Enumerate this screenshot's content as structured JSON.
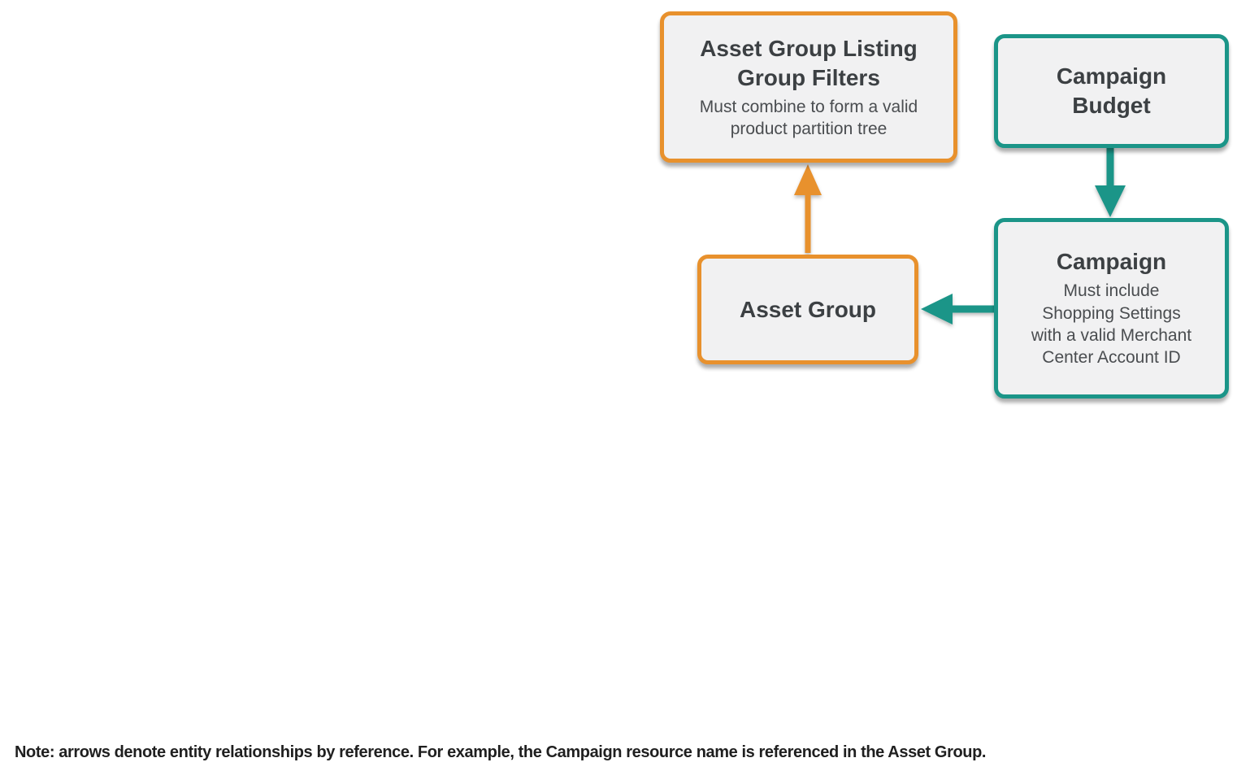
{
  "colors": {
    "orange": "#E8912D",
    "teal": "#1B9588",
    "box_bg": "#F1F1F2",
    "title_text": "#3C4043",
    "subtitle_text": "#4A4D50",
    "note_text": "#1F1F1F"
  },
  "nodes": [
    {
      "title": "Asset Group Listing\nGroup Filters",
      "subtitle": "Must combine to form a valid\nproduct partition tree",
      "accent": "orange"
    },
    {
      "title": "Campaign\nBudget",
      "subtitle": "",
      "accent": "teal"
    },
    {
      "title": "Asset Group",
      "subtitle": "",
      "accent": "orange"
    },
    {
      "title": "Campaign",
      "subtitle": "Must include\nShopping Settings\nwith a valid Merchant\nCenter Account ID",
      "accent": "teal"
    }
  ],
  "arrows": [
    {
      "from": "Asset Group",
      "to": "Asset Group Listing Group Filters",
      "color": "orange"
    },
    {
      "from": "Campaign Budget",
      "to": "Campaign",
      "color": "teal"
    },
    {
      "from": "Campaign",
      "to": "Asset Group",
      "color": "teal"
    }
  ],
  "note": "Note: arrows denote entity relationships by reference. For example, the Campaign resource name is referenced in the Asset Group."
}
